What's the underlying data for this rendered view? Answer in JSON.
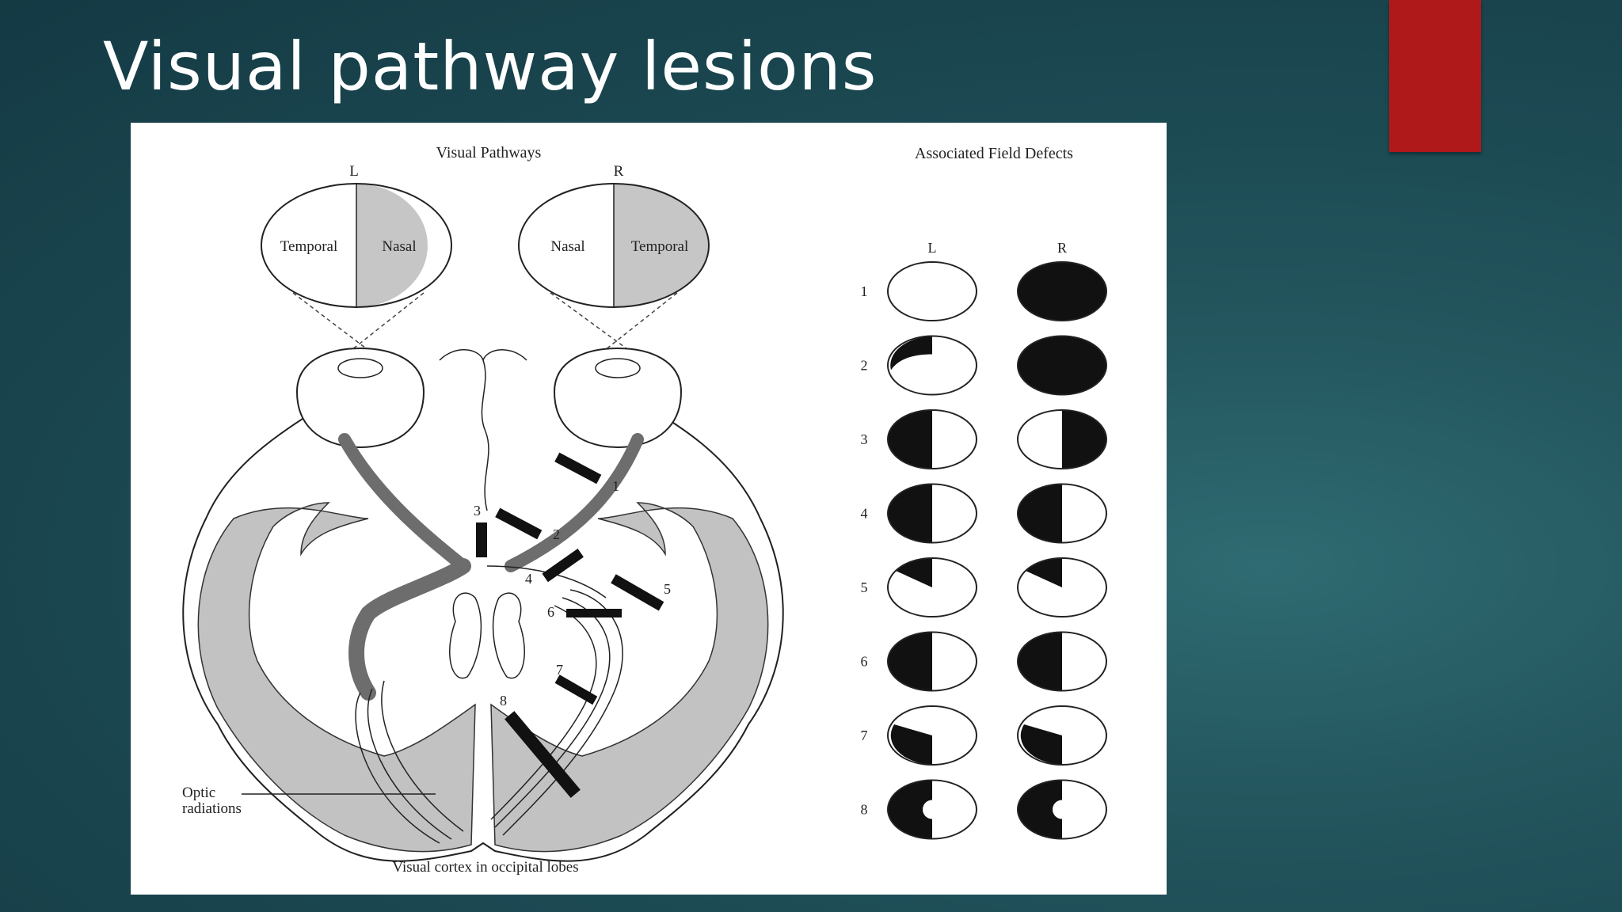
{
  "slide": {
    "title": "Visual pathway lesions",
    "accent_color": "#b0191a"
  },
  "diagram": {
    "left_title": "Visual Pathways",
    "right_title": "Associated Field Defects",
    "eye_labels": {
      "left": "L",
      "right": "R"
    },
    "left_eye_field": {
      "outer": "Temporal",
      "inner": "Nasal"
    },
    "right_eye_field": {
      "inner": "Nasal",
      "outer": "Temporal"
    },
    "lesion_numbers": [
      "1",
      "2",
      "3",
      "4",
      "5",
      "6",
      "7",
      "8"
    ],
    "optic_radiations_label": [
      "Optic",
      "radiations"
    ],
    "cortex_label": "Visual cortex in occipital lobes",
    "defect_column_labels": {
      "left": "L",
      "right": "R"
    },
    "defects": [
      {
        "number": "1",
        "left": "normal",
        "right": "total blindness"
      },
      {
        "number": "2",
        "left": "upper temporal quadrant defect",
        "right": "total blindness"
      },
      {
        "number": "3",
        "left": "temporal hemianopia",
        "right": "temporal hemianopia"
      },
      {
        "number": "4",
        "left": "left hemianopia",
        "right": "left hemianopia"
      },
      {
        "number": "5",
        "left": "upper left quadrant",
        "right": "upper left quadrant"
      },
      {
        "number": "6",
        "left": "left hemianopia",
        "right": "left hemianopia"
      },
      {
        "number": "7",
        "left": "lower left quadrant",
        "right": "lower left quadrant"
      },
      {
        "number": "8",
        "left": "left hemianopia with macular sparing",
        "right": "left hemianopia with macular sparing"
      }
    ]
  }
}
